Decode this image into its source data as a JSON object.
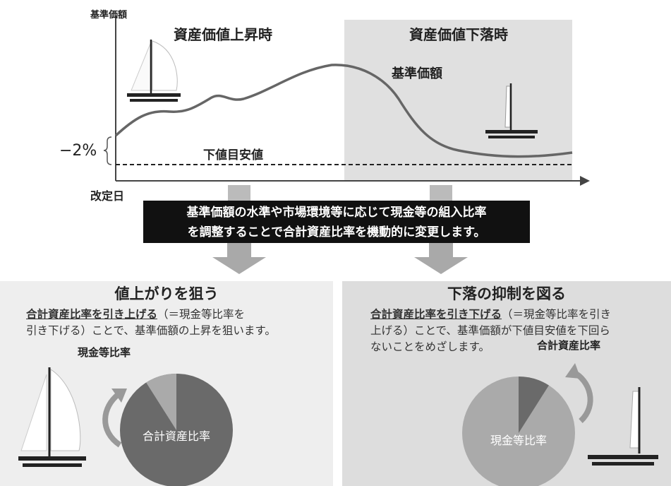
{
  "chart": {
    "y_axis_label": "基準価額",
    "x_axis_label": "改定日",
    "rising_title": "資産価値上昇時",
    "falling_title": "資産価値下落時",
    "series_label": "基準価額",
    "floor_label": "下値目安値",
    "floor_offset": "−2%"
  },
  "chart_data": {
    "type": "line",
    "title": "",
    "xlabel": "改定日",
    "ylabel": "基準価額",
    "series": [
      {
        "name": "基準価額"
      }
    ],
    "annotations": [
      "資産価値上昇時",
      "資産価値下落時",
      "下値目安値",
      "−2%"
    ]
  },
  "banner": {
    "line1": "基準価額の水準や市場環境等に応じて現金等の組入比率",
    "line2": "を調整することで合計資産比率を機動的に変更します。"
  },
  "left_panel": {
    "title": "値上がりを狙う",
    "desc_emph": "合計資産比率を引き上げる",
    "desc_rest1": "（＝現金等比率を",
    "desc_line2": "引き下げる）ことで、基準価額の上昇を狙います。",
    "pie_outer_label": "現金等比率",
    "pie_inner_label": "合計資産比率",
    "cash_share": 0.09
  },
  "right_panel": {
    "title": "下落の抑制を図る",
    "desc_emph": "合計資産比率を引き下げる",
    "desc_rest1": "（＝現金等比率を引き",
    "desc_line2": "上げる）ことで、基準価額が下値目安値を下回ら",
    "desc_line3": "ないことをめざします。",
    "pie_outer_label": "合計資産比率",
    "pie_inner_label": "現金等比率",
    "asset_share": 0.09
  },
  "colors": {
    "line": "#666666",
    "falling_bg": "#e0e0e0",
    "panel_left_bg": "#eeeeee",
    "panel_right_bg": "#dddddd",
    "pie_dark": "#6a6a6a",
    "pie_light": "#aaaaaa",
    "arrow": "#a9a9a9"
  }
}
